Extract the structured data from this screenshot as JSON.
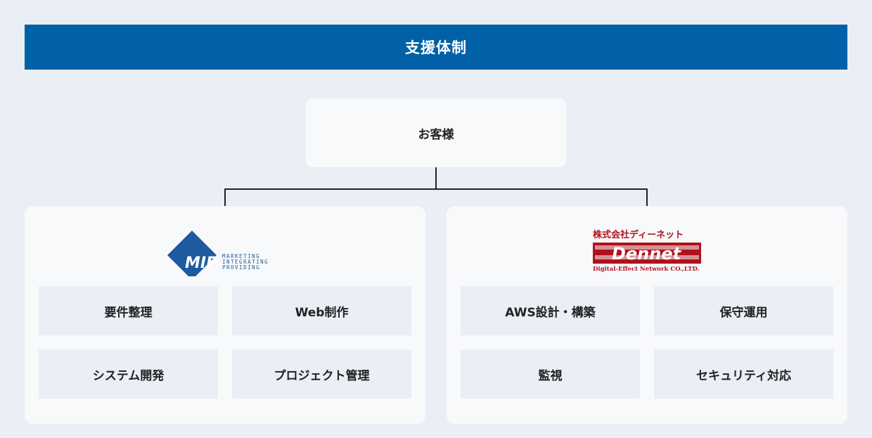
{
  "header": {
    "title": "支援体制"
  },
  "customer": {
    "label": "お客様"
  },
  "left_panel": {
    "logo": {
      "letters": "MIP",
      "lines": [
        "MARKETING",
        "INTEGRATING",
        "PROVIDING"
      ]
    },
    "services": [
      "要件整理",
      "Web制作",
      "システム開発",
      "プロジェクト管理"
    ]
  },
  "right_panel": {
    "logo": {
      "company": "株式会社ディーネット",
      "mark": "Dennet",
      "english": "Digital-Effect Network CO.,LTD."
    },
    "services": [
      "AWS設計・構築",
      "保守運用",
      "監視",
      "セキュリティ対応"
    ]
  },
  "colors": {
    "header": "#0060a8",
    "background": "#eaeef5",
    "card": "#f8f9fb",
    "mip_blue": "#1e5aa0",
    "dennet_red": "#b0121b"
  }
}
